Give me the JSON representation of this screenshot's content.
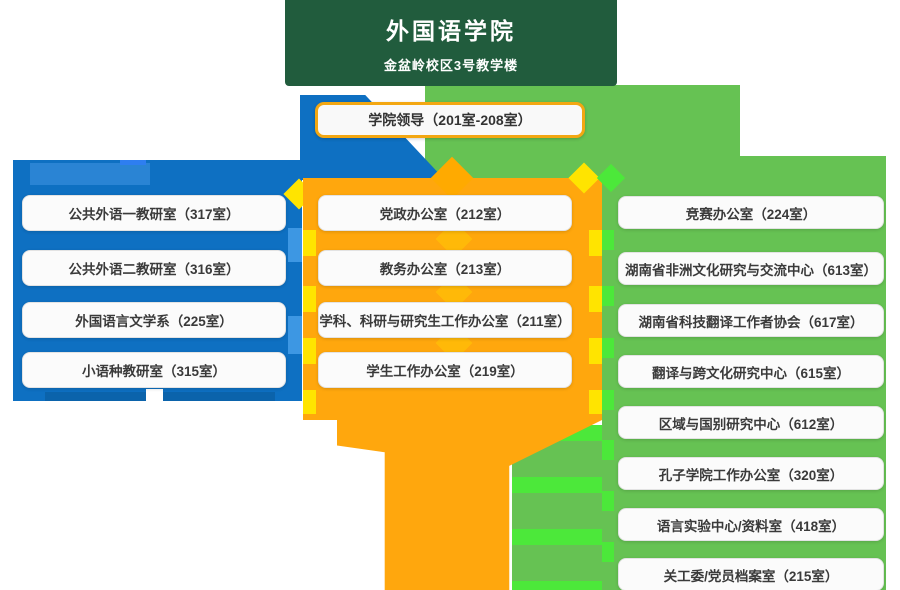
{
  "header": {
    "title": "外国语学院",
    "subtitle": "金盆岭校区3号教学楼"
  },
  "leadership": {
    "label": "学院领导（201室-208室）"
  },
  "columns": {
    "left": {
      "items": [
        "公共外语一教研室（317室）",
        "公共外语二教研室（316室）",
        "外国语言文学系（225室）",
        "小语种教研室（315室）"
      ]
    },
    "middle": {
      "items": [
        "党政办公室（212室）",
        "教务办公室（213室）",
        "学科、科研与研究生工作办公室（211室）",
        "学生工作办公室（219室）"
      ]
    },
    "right": {
      "items": [
        "竞赛办公室（224室）",
        "湖南省非洲文化研究与交流中心（613室）",
        "湖南省科技翻译工作者协会（617室）",
        "翻译与跨文化研究中心（615室）",
        "区域与国别研究中心（612室）",
        "孔子学院工作办公室（320室）",
        "语言实验中心/资料室（418室）",
        "关工委/党员档案室（215室）"
      ]
    }
  },
  "colors": {
    "header_bg": "#215c3d",
    "left_panel": "#0e70c2",
    "middle_panel": "#ffa70d",
    "middle_accent": "#ffe400",
    "right_panel": "#66c253",
    "right_accent": "#4ce83a",
    "box_bg": "#fbfbfb",
    "box_text": "#3a3a3a",
    "leadership_border": "#f3a712"
  }
}
